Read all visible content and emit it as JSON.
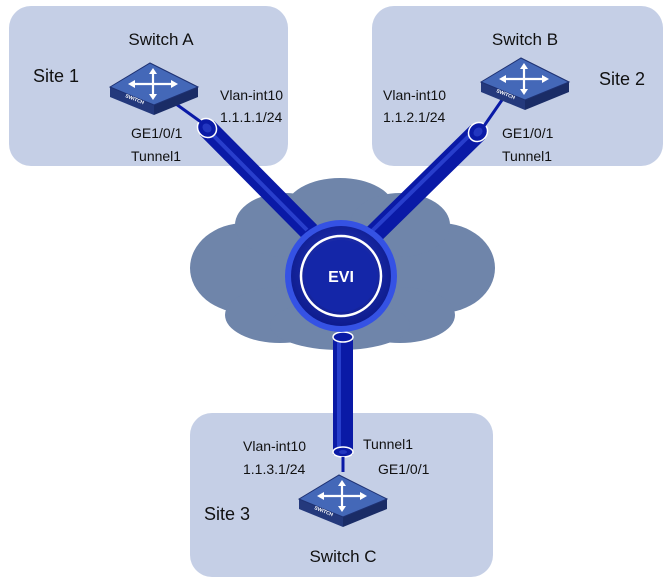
{
  "colors": {
    "site_box": "#c5cfe6",
    "cloud": "#6e84a9",
    "tunnel": "#0a1aa6",
    "tunnel_highlight": "#4a63e6",
    "evi_core": "#0d1d99",
    "switch_top": "#3f63b4",
    "switch_side": "#22387a"
  },
  "sites": {
    "site1": {
      "label": "Site 1",
      "switch": "Switch A",
      "vlan_int": "Vlan-int10",
      "ip": "1.1.1.1/24",
      "port": "GE1/0/1",
      "tunnel": "Tunnel1"
    },
    "site2": {
      "label": "Site 2",
      "switch": "Switch B",
      "vlan_int": "Vlan-int10",
      "ip": "1.1.2.1/24",
      "port": "GE1/0/1",
      "tunnel": "Tunnel1"
    },
    "site3": {
      "label": "Site 3",
      "switch": "Switch C",
      "vlan_int": "Vlan-int10",
      "ip": "1.1.3.1/24",
      "port": "GE1/0/1",
      "tunnel": "Tunnel1"
    }
  },
  "evi": {
    "label": "EVI"
  },
  "icons": {
    "switch": "switch-icon",
    "cloud": "cloud-icon"
  },
  "switch_text": "SWITCH"
}
